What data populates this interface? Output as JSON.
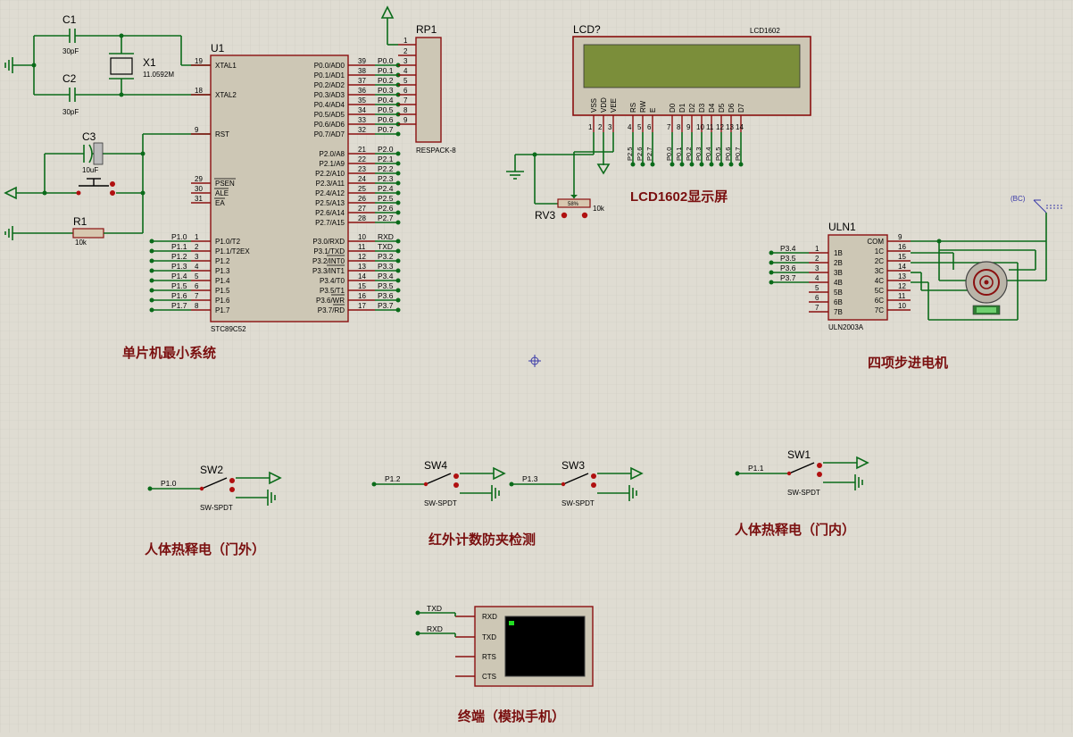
{
  "titles": {
    "mcu": "单片机最小系统",
    "lcd": "LCD1602显示屏",
    "stepper": "四项步进电机",
    "pir_out": "人体热释电（门外）",
    "ir": "红外计数防夹检测",
    "pir_in": "人体热释电（门内）",
    "terminal": "终端（模拟手机）"
  },
  "c1": {
    "ref": "C1",
    "val": "30pF"
  },
  "c2": {
    "ref": "C2",
    "val": "30pF"
  },
  "x1": {
    "ref": "X1",
    "val": "11.0592M"
  },
  "c3": {
    "ref": "C3",
    "val": "10uF"
  },
  "r1": {
    "ref": "R1",
    "val": "10k"
  },
  "u1": {
    "ref": "U1",
    "part": "STC89C52",
    "left": [
      {
        "n": "19",
        "l": "XTAL1"
      },
      {
        "n": "18",
        "l": "XTAL2"
      },
      {
        "n": "9",
        "l": "RST"
      },
      {
        "n": "29",
        "l": "PSEN"
      },
      {
        "n": "30",
        "l": "ALE"
      },
      {
        "n": "31",
        "l": "EA"
      },
      {
        "n": "1",
        "l": "P1.0/T2"
      },
      {
        "n": "2",
        "l": "P1.1/T2EX"
      },
      {
        "n": "3",
        "l": "P1.2"
      },
      {
        "n": "4",
        "l": "P1.3"
      },
      {
        "n": "5",
        "l": "P1.4"
      },
      {
        "n": "6",
        "l": "P1.5"
      },
      {
        "n": "7",
        "l": "P1.6"
      },
      {
        "n": "8",
        "l": "P1.7"
      }
    ],
    "left_nets": [
      "P1.0",
      "P1.1",
      "P1.2",
      "P1.3",
      "P1.4",
      "P1.5",
      "P1.6",
      "P1.7"
    ],
    "right": [
      {
        "n": "39",
        "l": "P0.0/AD0",
        "net": "P0.0"
      },
      {
        "n": "38",
        "l": "P0.1/AD1",
        "net": "P0.1"
      },
      {
        "n": "37",
        "l": "P0.2/AD2",
        "net": "P0.2"
      },
      {
        "n": "36",
        "l": "P0.3/AD3",
        "net": "P0.3"
      },
      {
        "n": "35",
        "l": "P0.4/AD4",
        "net": "P0.4"
      },
      {
        "n": "34",
        "l": "P0.5/AD5",
        "net": "P0.5"
      },
      {
        "n": "33",
        "l": "P0.6/AD6",
        "net": "P0.6"
      },
      {
        "n": "32",
        "l": "P0.7/AD7",
        "net": "P0.7"
      },
      {
        "n": "21",
        "l": "P2.0/A8",
        "net": "P2.0"
      },
      {
        "n": "22",
        "l": "P2.1/A9",
        "net": "P2.1"
      },
      {
        "n": "23",
        "l": "P2.2/A10",
        "net": "P2.2"
      },
      {
        "n": "24",
        "l": "P2.3/A11",
        "net": "P2.3"
      },
      {
        "n": "25",
        "l": "P2.4/A12",
        "net": "P2.4"
      },
      {
        "n": "26",
        "l": "P2.5/A13",
        "net": "P2.5"
      },
      {
        "n": "27",
        "l": "P2.6/A14",
        "net": "P2.6"
      },
      {
        "n": "28",
        "l": "P2.7/A15",
        "net": "P2.7"
      },
      {
        "n": "10",
        "l": "P3.0/RXD",
        "net": "RXD"
      },
      {
        "n": "11",
        "l": "P3.1/TXD",
        "net": "TXD"
      },
      {
        "n": "12",
        "l": "P3.2/INT0",
        "net": "P3.2"
      },
      {
        "n": "13",
        "l": "P3.3/INT1",
        "net": "P3.3"
      },
      {
        "n": "14",
        "l": "P3.4/T0",
        "net": "P3.4"
      },
      {
        "n": "15",
        "l": "P3.5/T1",
        "net": "P3.5"
      },
      {
        "n": "16",
        "l": "P3.6/WR",
        "net": "P3.6"
      },
      {
        "n": "17",
        "l": "P3.7/RD",
        "net": "P3.7"
      }
    ]
  },
  "rp1": {
    "ref": "RP1",
    "part": "RESPACK-8",
    "pins": [
      "1",
      "2",
      "3",
      "4",
      "5",
      "6",
      "7",
      "8",
      "9"
    ]
  },
  "lcd": {
    "ref": "LCD?",
    "part": "LCD1602",
    "pins": [
      {
        "l": "VSS",
        "n": "1"
      },
      {
        "l": "VDD",
        "n": "2"
      },
      {
        "l": "VEE",
        "n": "3"
      },
      {
        "l": "RS",
        "n": "4"
      },
      {
        "l": "RW",
        "n": "5"
      },
      {
        "l": "E",
        "n": "6"
      },
      {
        "l": "D0",
        "n": "7"
      },
      {
        "l": "D1",
        "n": "8"
      },
      {
        "l": "D2",
        "n": "9"
      },
      {
        "l": "D3",
        "n": "10"
      },
      {
        "l": "D4",
        "n": "11"
      },
      {
        "l": "D5",
        "n": "12"
      },
      {
        "l": "D6",
        "n": "13"
      },
      {
        "l": "D7",
        "n": "14"
      }
    ],
    "nets": [
      "P2.5",
      "P2.6",
      "P2.7",
      "P0.0",
      "P0.1",
      "P0.2",
      "P0.3",
      "P0.4",
      "P0.5",
      "P0.6",
      "P0.7"
    ]
  },
  "rv3": {
    "ref": "RV3",
    "val": "10k",
    "pct": "58%"
  },
  "uln": {
    "ref": "ULN1",
    "part": "ULN2003A",
    "left": [
      {
        "n": "1",
        "l": "1B",
        "net": "P3.4"
      },
      {
        "n": "2",
        "l": "2B",
        "net": "P3.5"
      },
      {
        "n": "3",
        "l": "3B",
        "net": "P3.6"
      },
      {
        "n": "4",
        "l": "4B",
        "net": "P3.7"
      },
      {
        "n": "5",
        "l": "5B",
        "net": ""
      },
      {
        "n": "6",
        "l": "6B",
        "net": ""
      },
      {
        "n": "7",
        "l": "7B",
        "net": ""
      }
    ],
    "right": [
      {
        "n": "9",
        "l": "COM"
      },
      {
        "n": "16",
        "l": "1C"
      },
      {
        "n": "15",
        "l": "2C"
      },
      {
        "n": "14",
        "l": "3C"
      },
      {
        "n": "13",
        "l": "4C"
      },
      {
        "n": "12",
        "l": "5C"
      },
      {
        "n": "11",
        "l": "6C"
      },
      {
        "n": "10",
        "l": "7C"
      }
    ]
  },
  "bc_label": "(BC)",
  "sw2": {
    "ref": "SW2",
    "part": "SW-SPDT",
    "net": "P1.0"
  },
  "sw4": {
    "ref": "SW4",
    "part": "SW-SPDT",
    "net": "P1.2"
  },
  "sw3": {
    "ref": "SW3",
    "part": "SW-SPDT",
    "net": "P1.3"
  },
  "sw1": {
    "ref": "SW1",
    "part": "SW-SPDT",
    "net": "P1.1"
  },
  "terminal": {
    "pins": [
      "RXD",
      "TXD",
      "RTS",
      "CTS"
    ],
    "nets": [
      "TXD",
      "RXD"
    ]
  },
  "colors": {
    "wire": "#0b6b1a",
    "pin": "#8a1010",
    "body": "#cdc7b5",
    "title": "#7a0f0f",
    "background": "#dfdcd2"
  }
}
